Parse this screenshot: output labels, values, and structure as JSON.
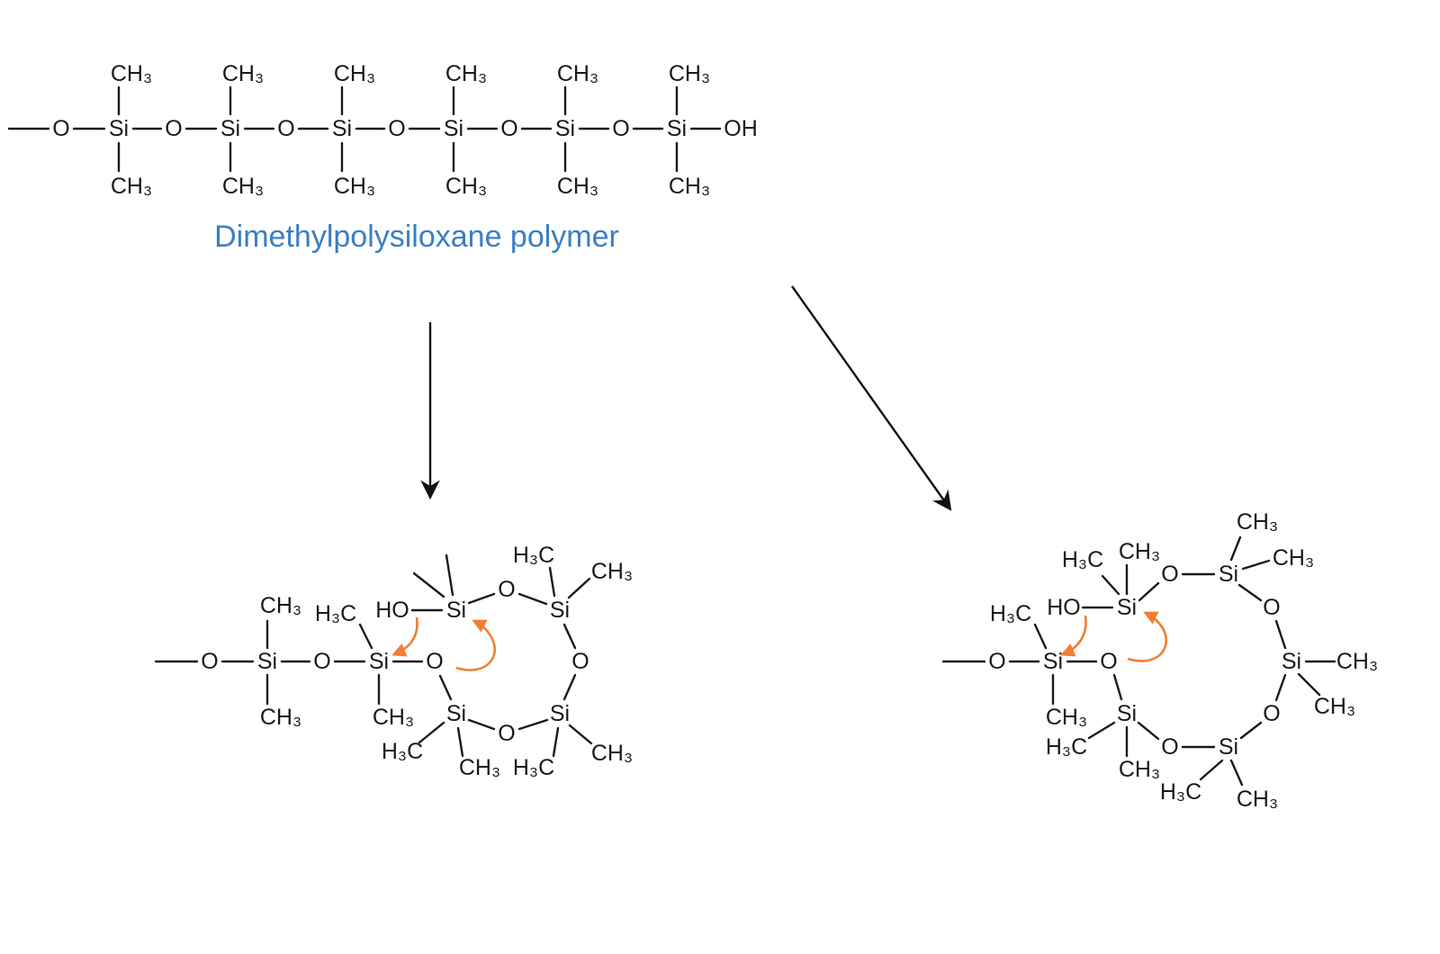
{
  "diagram": {
    "caption": "Dimethylpolysiloxane polymer",
    "labels": {
      "si": "Si",
      "o": "O",
      "oh": "OH",
      "ho": "HO",
      "ch3": "CH₃",
      "h3c": "H₃C"
    },
    "colors": {
      "caption": "#3a7fc4",
      "electron_arrow": "#f07f30",
      "ink": "#1a1a1a"
    }
  }
}
